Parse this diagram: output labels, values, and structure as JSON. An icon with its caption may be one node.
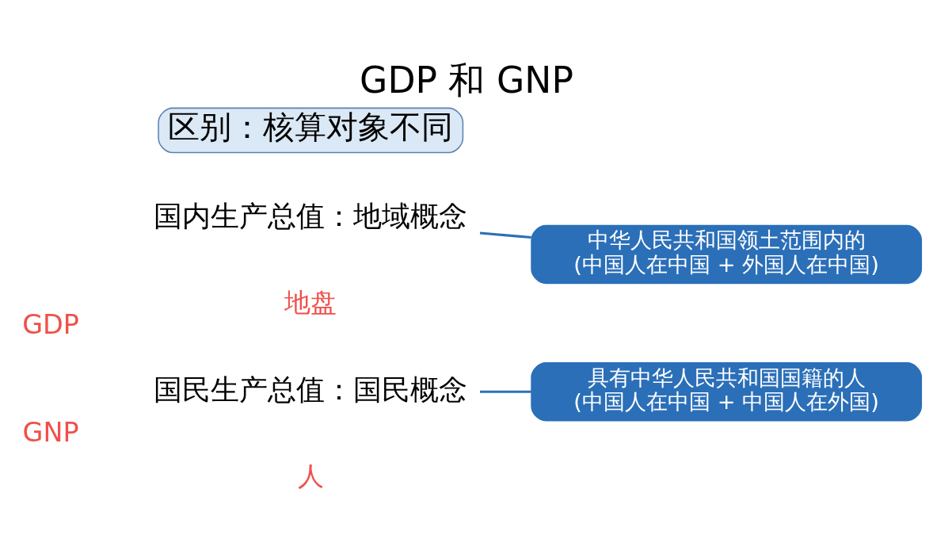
{
  "diagram": {
    "title": "GDP 和 GNP",
    "nodes": [
      {
        "text": [
          "区别：核算对象不同"
        ]
      },
      {
        "text": [
          "国内生产总值：地域概念"
        ]
      },
      {
        "text": [
          "中华人民共和国领土范围内的 (中国人在中国 + 外国人在中国)"
        ]
      },
      {
        "text": [
          "国民生产总值：国民概念"
        ]
      },
      {
        "text": [
          "具有中华人民共和国国籍的人 (中国人在中国 + 中国人在外国)"
        ]
      }
    ],
    "edges": [
      {
        "from": 2,
        "to": 1,
        "arrow": "none"
      },
      {
        "from": 4,
        "to": 3,
        "arrow": "none"
      }
    ],
    "labels": [
      "GDP",
      "地盘",
      "GNP",
      "人"
    ]
  }
}
